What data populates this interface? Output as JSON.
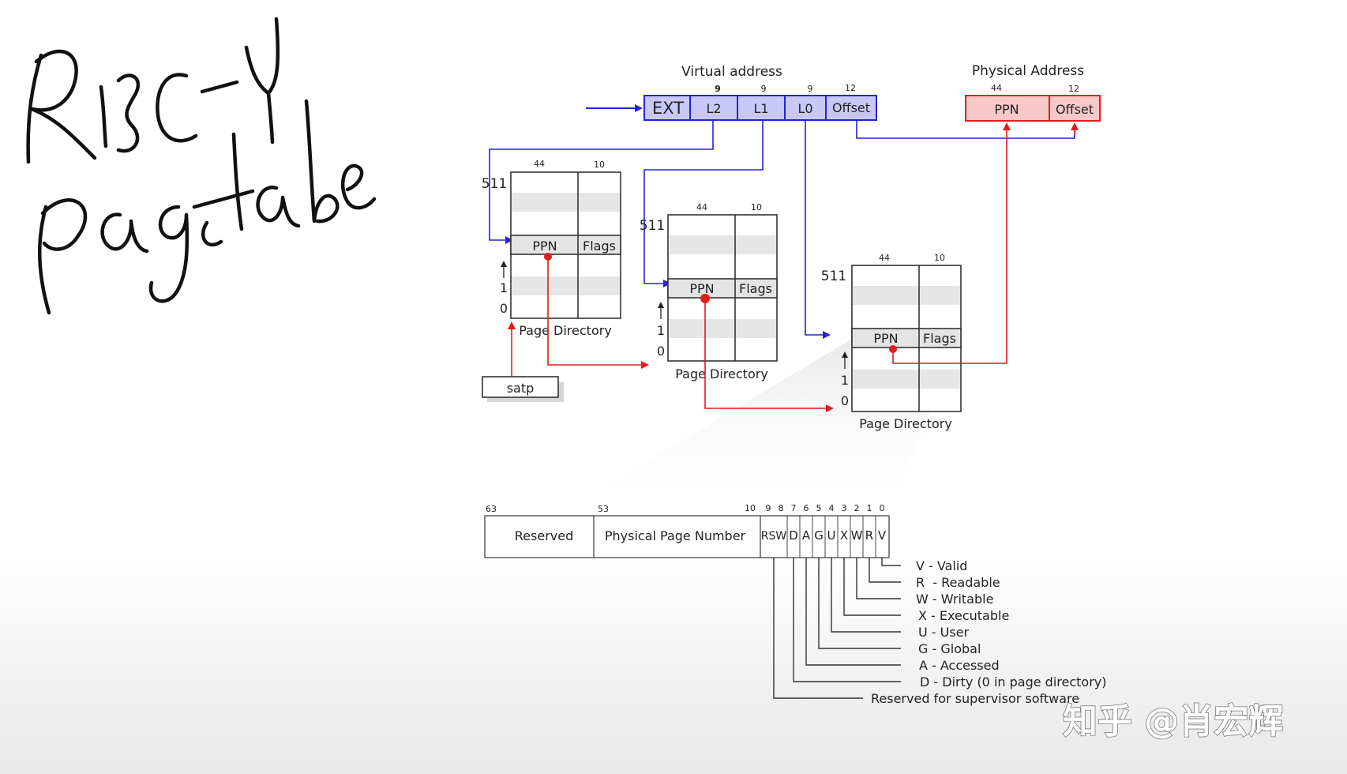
{
  "handwriting": "RISC-V Page table",
  "virtual_address": {
    "title": "Virtual address",
    "fields": [
      "EXT",
      "L2",
      "L1",
      "L0",
      "Offset"
    ],
    "bits": [
      "9",
      "9",
      "9",
      "12"
    ]
  },
  "physical_address": {
    "title": "Physical Address",
    "fields": [
      "PPN",
      "Offset"
    ],
    "bits": [
      "44",
      "12"
    ]
  },
  "page_directory": {
    "label": "Page Directory",
    "ppn": "PPN",
    "flags": "Flags",
    "bits_ppn": "44",
    "bits_flags": "10",
    "idx_top": "511",
    "idx_one": "1",
    "idx_zero": "0"
  },
  "satp": "satp",
  "pte": {
    "bit_numbers": [
      "63",
      "53",
      "10",
      "9",
      "8",
      "7",
      "6",
      "5",
      "4",
      "3",
      "2",
      "1",
      "0"
    ],
    "fields": [
      "Reserved",
      "Physical Page Number",
      "RSW",
      "D",
      "A",
      "G",
      "U",
      "X",
      "W",
      "R",
      "V"
    ]
  },
  "legend": [
    "V - Valid",
    "R  - Readable",
    "W - Writable",
    "X - Executable",
    "U - User",
    "G - Global",
    "A - Accessed",
    "D - Dirty (0 in page directory)",
    "Reserved for supervisor software"
  ],
  "watermark": "知乎 @肖宏辉",
  "colors": {
    "blue": "#2323d6",
    "red": "#e21b1b",
    "va_fill": "#c8c8f8",
    "pa_fill": "#f8c8c8"
  }
}
